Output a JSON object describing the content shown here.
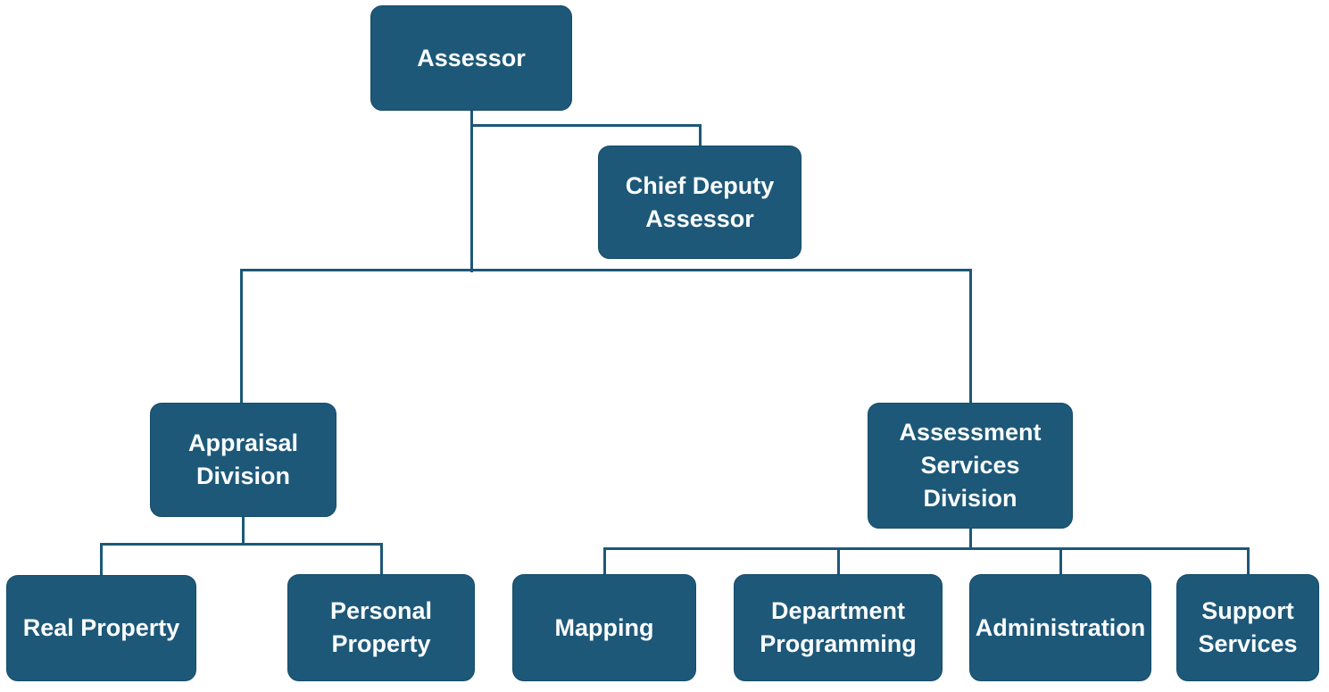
{
  "org_chart": {
    "type": "org-chart",
    "colors": {
      "background": "#ffffff",
      "node_fill": "#1d5878",
      "node_border": "#164c69",
      "node_text": "#ffffff",
      "connector": "#1d5878"
    },
    "nodes": [
      {
        "id": "assessor",
        "label": "Assessor",
        "parent": null
      },
      {
        "id": "chief-deputy-assessor",
        "label": "Chief Deputy\nAssessor",
        "parent": "assessor"
      },
      {
        "id": "appraisal-division",
        "label": "Appraisal\nDivision",
        "parent": "assessor"
      },
      {
        "id": "assessment-services-division",
        "label": "Assessment\nServices\nDivision",
        "parent": "assessor"
      },
      {
        "id": "real-property",
        "label": "Real Property",
        "parent": "appraisal-division"
      },
      {
        "id": "personal-property",
        "label": "Personal\nProperty",
        "parent": "appraisal-division"
      },
      {
        "id": "mapping",
        "label": "Mapping",
        "parent": "assessment-services-division"
      },
      {
        "id": "department-programming",
        "label": "Department\nProgramming",
        "parent": "assessment-services-division"
      },
      {
        "id": "administration",
        "label": "Administration",
        "parent": "assessment-services-division"
      },
      {
        "id": "support-services",
        "label": "Support\nServices",
        "parent": "assessment-services-division"
      }
    ]
  }
}
